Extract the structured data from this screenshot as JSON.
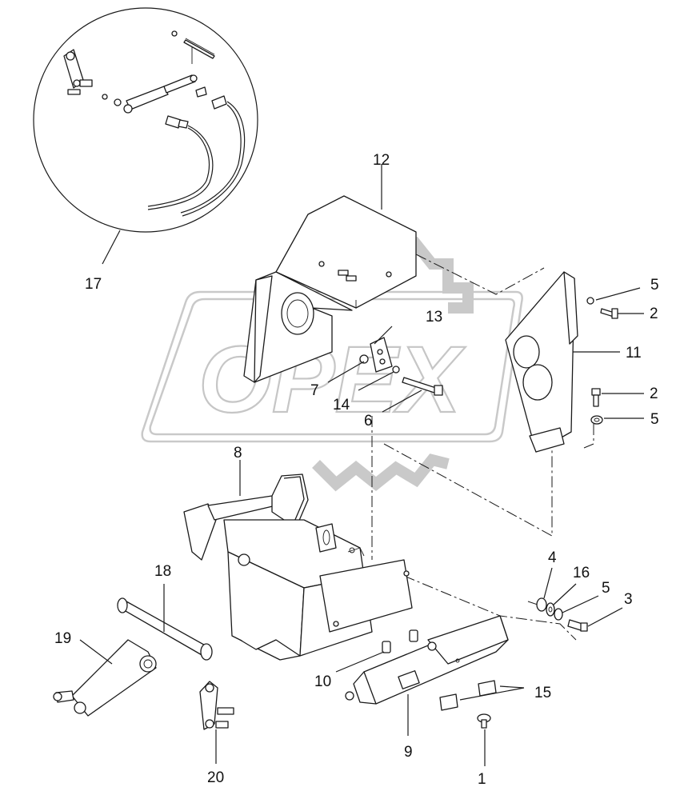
{
  "watermark": {
    "text": "OPEX"
  },
  "callouts": [
    {
      "id": "c1",
      "text": "1"
    },
    {
      "id": "c2a",
      "text": "2"
    },
    {
      "id": "c2b",
      "text": "2"
    },
    {
      "id": "c3",
      "text": "3"
    },
    {
      "id": "c4",
      "text": "4"
    },
    {
      "id": "c5a",
      "text": "5"
    },
    {
      "id": "c5b",
      "text": "5"
    },
    {
      "id": "c5c",
      "text": "5"
    },
    {
      "id": "c6",
      "text": "6"
    },
    {
      "id": "c7",
      "text": "7"
    },
    {
      "id": "c8",
      "text": "8"
    },
    {
      "id": "c9",
      "text": "9"
    },
    {
      "id": "c10",
      "text": "10"
    },
    {
      "id": "c11",
      "text": "11"
    },
    {
      "id": "c12",
      "text": "12"
    },
    {
      "id": "c13",
      "text": "13"
    },
    {
      "id": "c14",
      "text": "14"
    },
    {
      "id": "c15",
      "text": "15"
    },
    {
      "id": "c16",
      "text": "16"
    },
    {
      "id": "c17",
      "text": "17"
    },
    {
      "id": "c18",
      "text": "18"
    },
    {
      "id": "c19",
      "text": "19"
    },
    {
      "id": "c20",
      "text": "20"
    }
  ]
}
